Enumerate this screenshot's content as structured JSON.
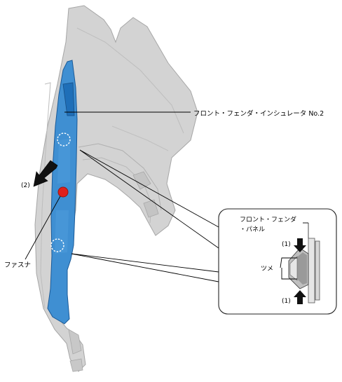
{
  "labels": {
    "insulator": "フロント・フェンダ・インシュレータ No.2",
    "step2": "(2)",
    "fastener": "ファスナ",
    "panel_line1": "フロント・フェンダ",
    "panel_line2": "・パネル",
    "step1_top": "(1)",
    "claw": "ツメ",
    "step1_bottom": "(1)"
  },
  "colors": {
    "part_blue": "#3f8fd2",
    "part_blue_dark": "#1f6fb8",
    "fender_gray": "#cfcfcf",
    "fender_outline": "#a9a9a9",
    "fastener_red": "#e0201c",
    "background": "#ffffff"
  },
  "icons": {
    "removal_arrow": "arrow-left-down-icon",
    "push_arrow": "arrow-down-icon"
  }
}
